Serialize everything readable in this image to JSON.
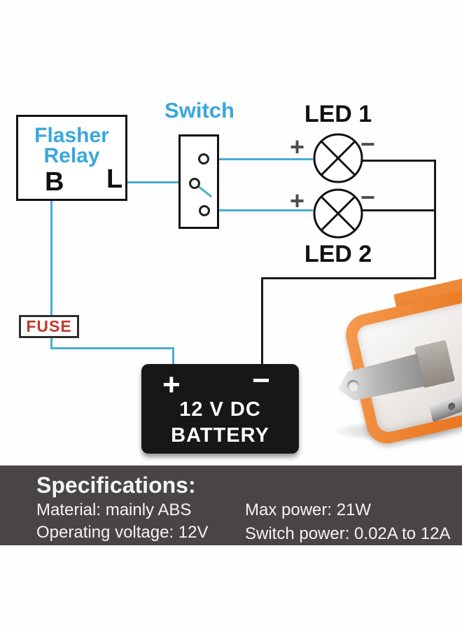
{
  "product_diagram": {
    "relay": {
      "name_line1": "Flasher",
      "name_line2": "Relay",
      "terminal_left": "B",
      "terminal_right": "L"
    },
    "switch": {
      "title": "Switch"
    },
    "leds": [
      {
        "label": "LED 1",
        "plus": "+",
        "minus": "−"
      },
      {
        "label": "LED 2",
        "plus": "+",
        "minus": "−"
      }
    ],
    "fuse": {
      "label": "FUSE"
    },
    "battery": {
      "plus": "+",
      "minus": "−",
      "line1": "12 V DC",
      "line2": "BATTERY"
    }
  },
  "specifications": {
    "title": "Specifications:",
    "left": [
      "Material: mainly ABS",
      "Operating voltage: 12V"
    ],
    "right": [
      "Max power: 21W",
      "Switch power: 0.02A to 12A"
    ]
  },
  "icons": {
    "led_symbol": "lamp-cross-icon",
    "product_photo": "flasher-relay-product-photo"
  },
  "colors": {
    "accent_cyan": "#3aa7dc",
    "wire_cyan": "#49acd3",
    "fuse_red": "#c5372c",
    "wire_black": "#1a1a1a",
    "battery_bg": "#171717",
    "spec_band_bg": "#4a4545",
    "product_orange": "#ec7c26"
  }
}
